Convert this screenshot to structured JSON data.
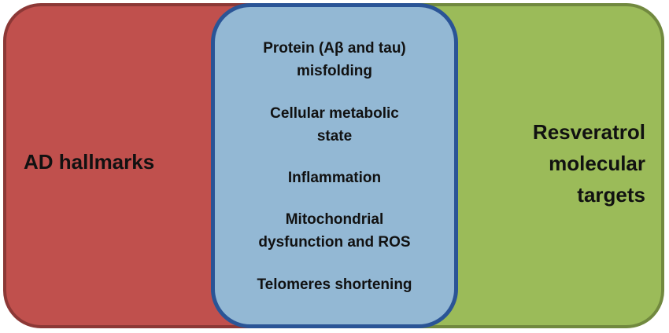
{
  "left": {
    "label": "AD hallmarks",
    "fill": "#c0504d",
    "stroke": "#8c3836"
  },
  "right": {
    "label": "Resveratrol\nmolecular\ntargets",
    "fill": "#9bbb59",
    "stroke": "#71893f"
  },
  "center": {
    "fill": "#93b8d4",
    "stroke": "#2a5496",
    "items": [
      "Protein (Aβ and tau)\nmisfolding",
      "Cellular metabolic\nstate",
      "Inflammation",
      "Mitochondrial\ndysfunction and ROS",
      "Telomeres shortening"
    ]
  }
}
